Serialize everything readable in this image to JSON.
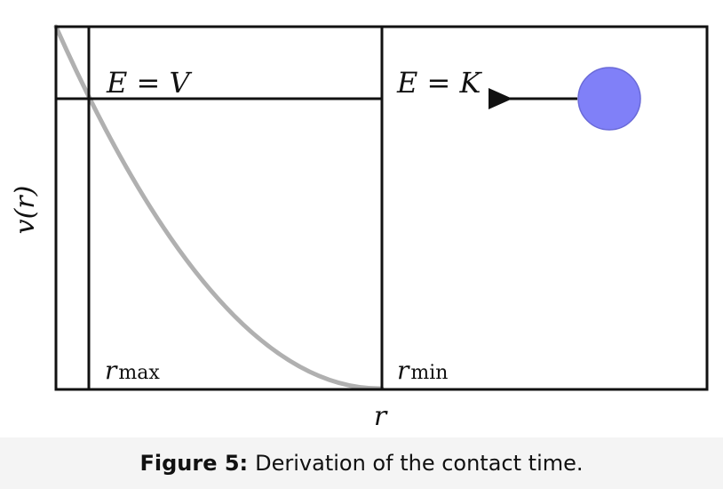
{
  "figure": {
    "y_axis_label": "v(r)",
    "x_axis_label": "r",
    "label_E_eq_V": "E = V",
    "label_E_eq_K": "E = K",
    "r_max_base": "r",
    "r_max_sub": "max",
    "r_min_base": "r",
    "r_min_sub": "min",
    "curve_color": "#b0b0b0",
    "ball_color": "#8080f8",
    "ball_stroke_color": "#6a6ad8",
    "line_color": "#111111"
  },
  "caption": {
    "label": "Figure 5:",
    "text": "Derivation of the contact time."
  }
}
